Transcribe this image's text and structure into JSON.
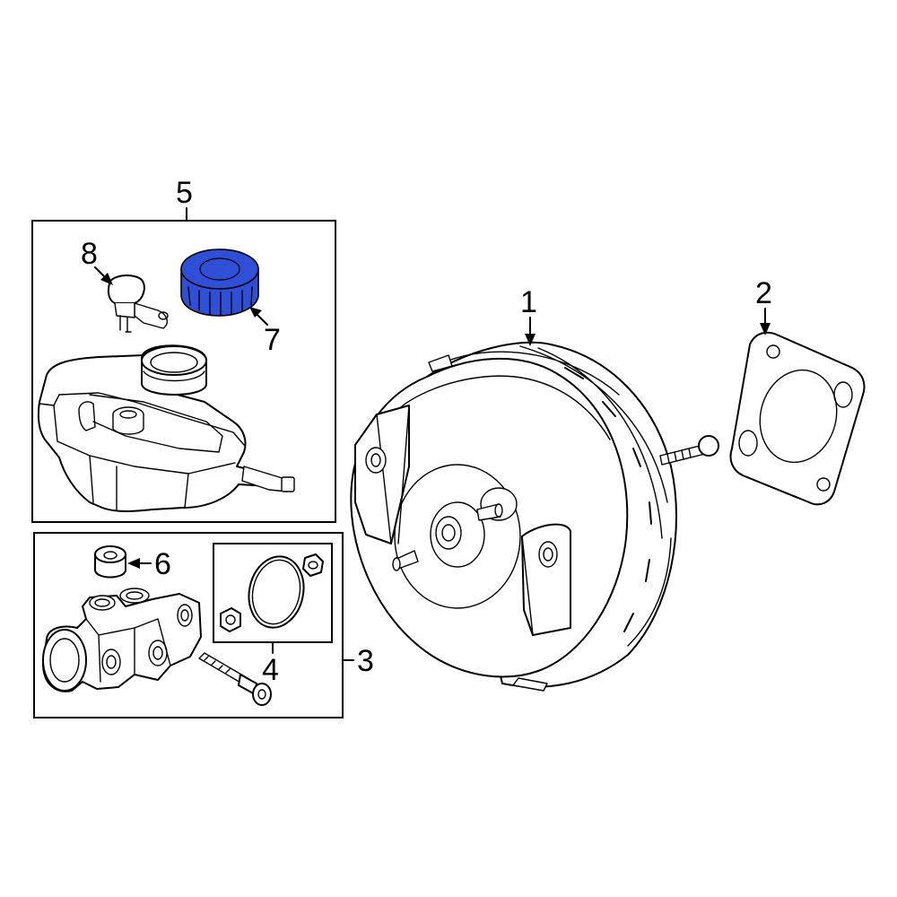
{
  "diagram": {
    "highlight_color": "#2f4fd6",
    "highlighted_part": "7",
    "callouts": {
      "c1": "1",
      "c2": "2",
      "c3": "3",
      "c4": "4",
      "c5": "5",
      "c6": "6",
      "c7": "7",
      "c8": "8"
    }
  }
}
